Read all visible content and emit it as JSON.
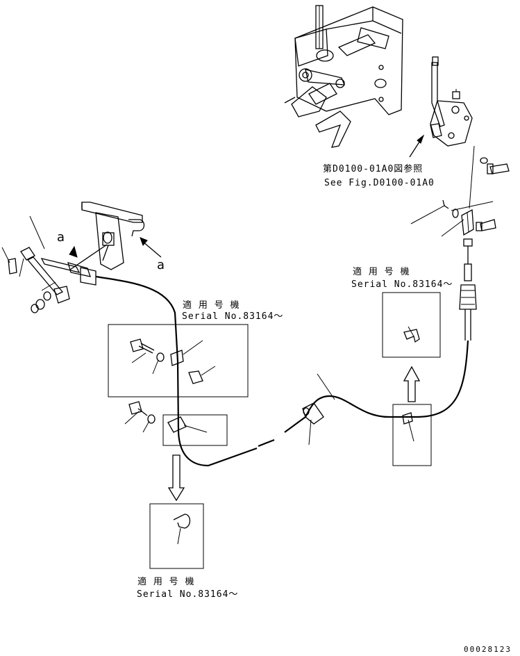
{
  "ref_labels": {
    "fig_ref_jp": "第D0100-01A0図参照",
    "fig_ref_en": "See Fig.D0100-01A0"
  },
  "serial_notes": [
    {
      "jp": "適 用 号 機",
      "en": "Serial No.83164～"
    },
    {
      "jp": "適 用 号 機",
      "en": "Serial No.83164～"
    },
    {
      "jp": "適 用 号 機",
      "en": "Serial No.83164～"
    }
  ],
  "callouts": {
    "a_upper": "a",
    "a_lower": "a"
  },
  "drawing_number": "00028123"
}
